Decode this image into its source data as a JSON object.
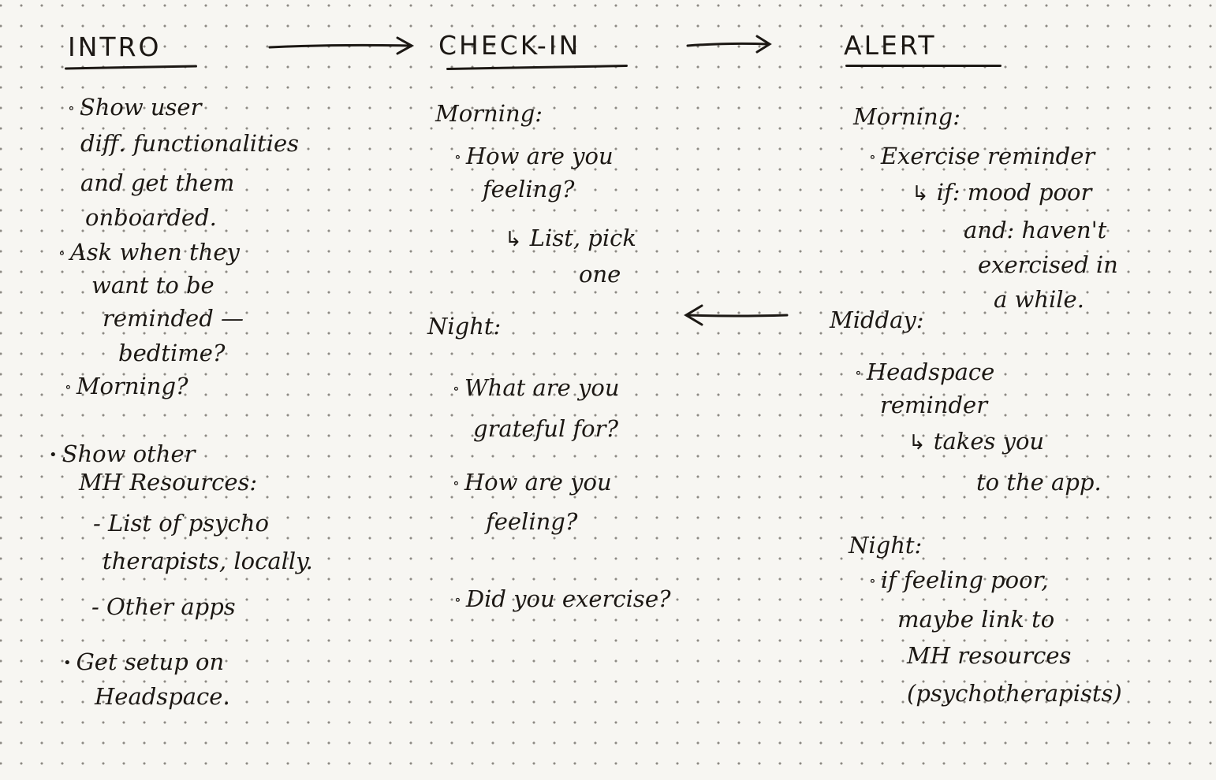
{
  "intro": {
    "heading": "INTRO",
    "lines": [
      "Show user",
      "diff. functionalities",
      "and get them",
      "onboarded.",
      "Ask when they",
      "want to be",
      "reminded —",
      "bedtime?",
      "Morning?",
      "Show other",
      "MH Resources:",
      "- List of psycho",
      "therapists, locally.",
      "- Other apps",
      "Get setup on",
      "Headspace."
    ]
  },
  "checkin": {
    "heading": "CHECK-IN",
    "morning_label": "Morning:",
    "morning_lines": [
      "How are you",
      "feeling?",
      "List, pick",
      "one"
    ],
    "night_label": "Night:",
    "night_lines": [
      "What are you",
      "grateful for?",
      "How are you",
      "feeling?",
      "Did you exercise?"
    ]
  },
  "alert": {
    "heading": "ALERT",
    "morning_label": "Morning:",
    "morning_lines": [
      "Exercise reminder",
      "if: mood poor",
      "and: haven't",
      "exercised in",
      "a while."
    ],
    "midday_label": "Midday:",
    "midday_lines": [
      "Headspace",
      "reminder",
      "takes you",
      "to the app."
    ],
    "night_label": "Night:",
    "night_lines": [
      "if feeling poor,",
      "maybe link to",
      "MH resources",
      "(psychotherapists)"
    ]
  },
  "ink_color": "#1c1814",
  "paper_color": "#f7f6f2"
}
